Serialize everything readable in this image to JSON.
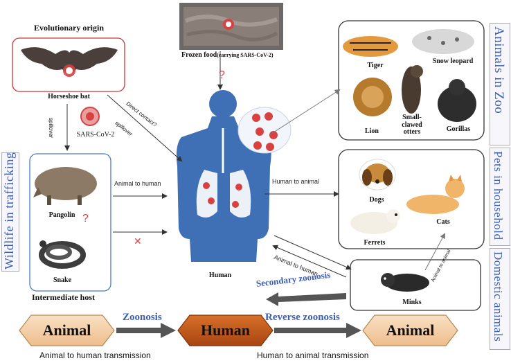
{
  "titles": {
    "evolutionary_origin": "Evolutionary origin",
    "frozen_food_main": "Frozen food",
    "frozen_food_sub": "(carrying SARS-CoV-2)",
    "intermediate_host": "Intermediate host"
  },
  "labels": {
    "horseshoe_bat": "Horseshoe bat",
    "sars_cov_2": "SARS-CoV-2",
    "spillover_left": "spillover",
    "spillover_diag": "spillover",
    "direct_contact": "Direct contact?",
    "pangolin": "Pangolin",
    "snake": "Snake",
    "human": "Human",
    "animal_to_human_1": "Animal to human",
    "animal_to_human_2": "Animal to human",
    "human_to_animal": "Human to animal",
    "animal_to_animal": "Animal to animal",
    "question": "?",
    "cross": "✕"
  },
  "zoo": {
    "tiger": "Tiger",
    "snow_leopard": "Snow leopard",
    "lion": "Lion",
    "otters": "Small-\nclawed\notters",
    "gorillas": "Gorillas"
  },
  "pets": {
    "dogs": "Dogs",
    "cats": "Cats",
    "ferrets": "Ferrets"
  },
  "domestic": {
    "minks": "Minks",
    "secondary_zoonosis": "Secondary zoonosis"
  },
  "side_labels": {
    "wildlife": "Wildlife in trafficking",
    "zoo": "Animals in Zoo",
    "pets": "Pets in household",
    "domestic": "Domestic animals"
  },
  "bottom_flow": {
    "animal_left": "Animal",
    "human": "Human",
    "animal_right": "Animal",
    "zoonosis": "Zoonosis",
    "reverse_zoonosis": "Reverse zoonosis",
    "caption_left": "Animal to human transmission",
    "caption_right": "Human to animal transmission"
  },
  "colors": {
    "human_body": "#3f6fb5",
    "virus": "#d94141",
    "hex_fill": "#f5d3b0",
    "hex_center": "#c0581b",
    "side_text": "#3a5db8",
    "red_box": "#cc3333",
    "blue_box": "#4a78c8"
  }
}
